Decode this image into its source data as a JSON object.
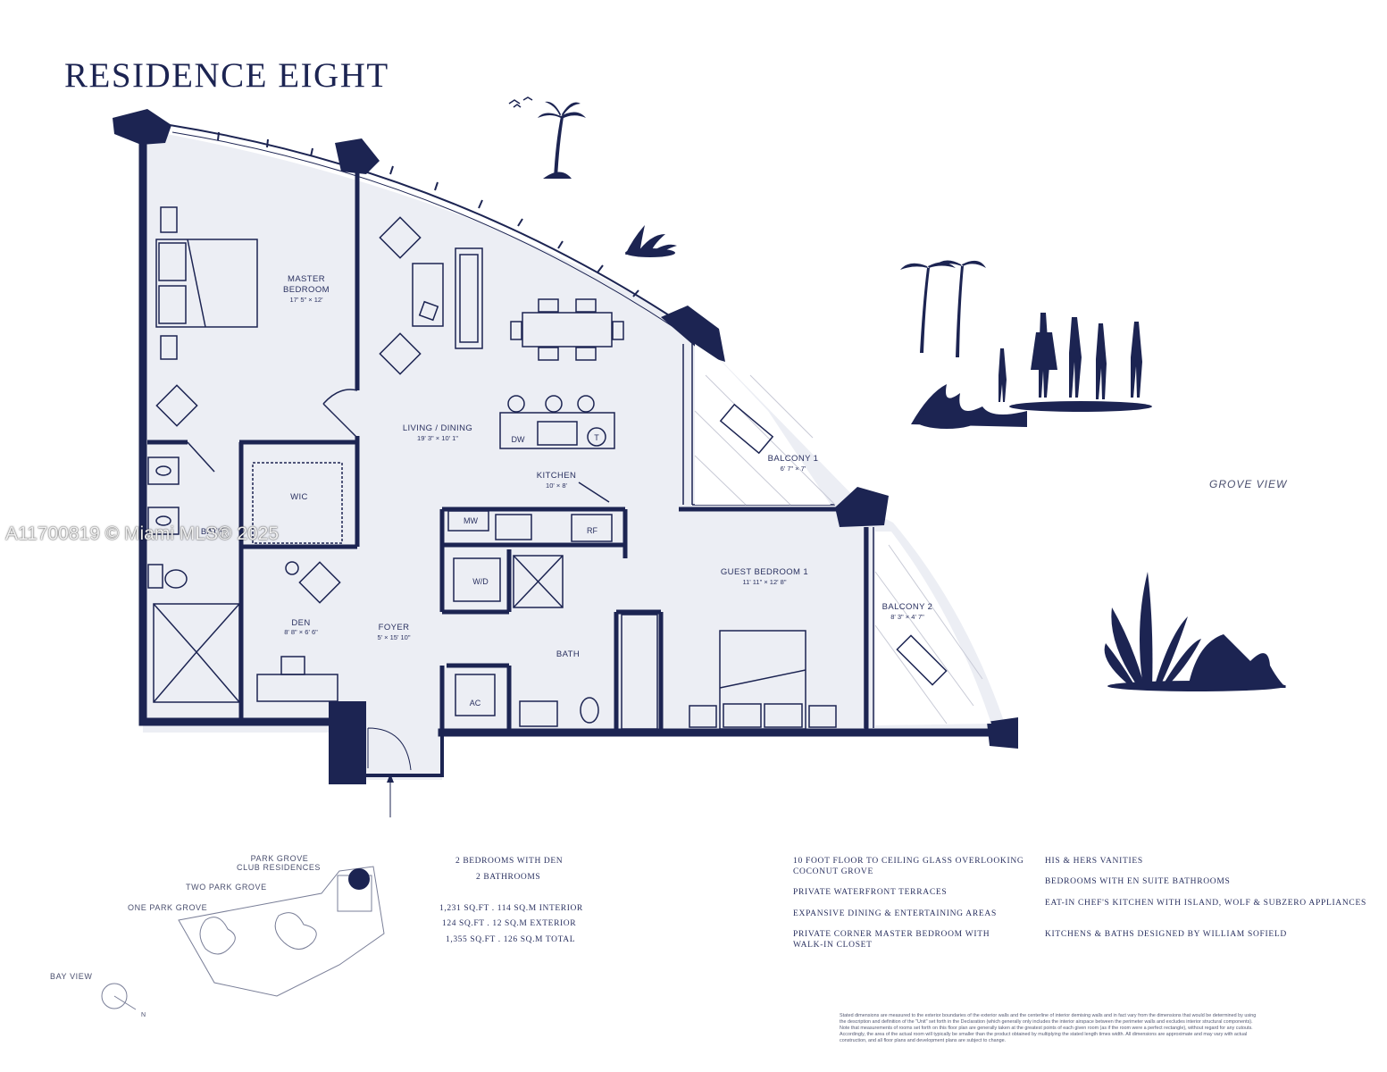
{
  "title": "RESIDENCE EIGHT",
  "rooms": {
    "master_bedroom": {
      "label1": "MASTER",
      "label2": "BEDROOM",
      "dim": "17' 5\" × 12'"
    },
    "living_dining": {
      "label": "LIVING / DINING",
      "dim": "19' 3\" × 10' 1\""
    },
    "kitchen": {
      "label": "KITCHEN",
      "dim": "10' × 8'"
    },
    "balcony1": {
      "label": "BALCONY 1",
      "dim": "6' 7\" × 7'"
    },
    "balcony2": {
      "label": "BALCONY 2",
      "dim": "8' 3\" × 4' 7\""
    },
    "guest_bedroom": {
      "label": "GUEST BEDROOM 1",
      "dim": "11' 11\" × 12' 8\""
    },
    "wic": {
      "label": "WIC"
    },
    "bath_master": {
      "label": "BATH"
    },
    "den": {
      "label": "DEN",
      "dim": "8' 8\" × 6' 6\""
    },
    "foyer": {
      "label": "FOYER",
      "dim": "5' × 15' 10\""
    },
    "bath": {
      "label": "BATH"
    }
  },
  "fixtures": {
    "dw": "DW",
    "t": "T",
    "mw": "MW",
    "rf": "RF",
    "wd": "W/D",
    "ac": "AC"
  },
  "grove_view": "GROVE VIEW",
  "watermark": "A11700819 © Miami MLS® 2025",
  "specs": {
    "bedrooms": "2 BEDROOMS WITH DEN",
    "bathrooms": "2 BATHROOMS",
    "interior": "1,231 SQ.FT . 114 SQ.M INTERIOR",
    "exterior": "124 SQ.FT . 12 SQ.M EXTERIOR",
    "total": "1,355 SQ.FT . 126 SQ.M TOTAL"
  },
  "features_col1": [
    "10 FOOT FLOOR TO CEILING GLASS OVERLOOKING COCONUT GROVE",
    "PRIVATE WATERFRONT TERRACES",
    "EXPANSIVE DINING & ENTERTAINING AREAS",
    "PRIVATE CORNER MASTER BEDROOM WITH WALK-IN CLOSET"
  ],
  "features_col2": [
    "HIS & HERS VANITIES",
    "BEDROOMS WITH EN SUITE BATHROOMS",
    "EAT-IN CHEF'S KITCHEN WITH ISLAND, WOLF & SUBZERO APPLIANCES",
    "KITCHENS & BATHS DESIGNED BY WILLIAM SOFIELD"
  ],
  "site": {
    "park_grove_1": "PARK GROVE",
    "park_grove_2": "CLUB RESIDENCES",
    "two_park_grove": "TWO PARK GROVE",
    "one_park_grove": "ONE PARK GROVE",
    "bay_view": "BAY VIEW",
    "north": "N"
  },
  "disclaimer": "Stated dimensions are measured to the exterior boundaries of the exterior walls and the centerline of interior demising walls and in fact vary from the dimensions that would be determined by using the description and definition of the \"Unit\" set forth in the Declaration (which generally only includes the interior airspace between the perimeter walls and excludes interior structural components). Note that measurements of rooms set forth on this floor plan are generally taken at the greatest points of each given room (as if the room were a perfect rectangle), without regard for any cutouts. Accordingly, the area of the actual room will typically be smaller than the product obtained by multiplying the stated length times width. All dimensions are approximate and may vary with actual construction, and all floor plans and development plans are subject to change.",
  "colors": {
    "ink": "#1c2452",
    "floor": "#eceef4",
    "text": "#2a3160"
  }
}
